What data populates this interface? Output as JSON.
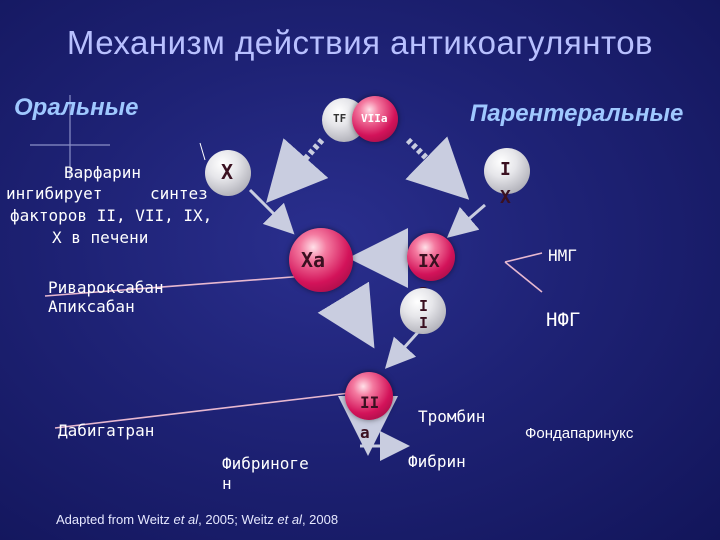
{
  "title": "Механизм действия антикоагулянтов",
  "oral_heading": "Оральные",
  "parenteral_heading": "Парентеральные",
  "warfarin": {
    "line1": "Варфарин",
    "line2a": "ингибирует",
    "line2b": "синтез",
    "line3": "факторов II, VII, IX,",
    "line4": "X  в печени"
  },
  "xa_inhibitors": [
    "Ривароксабан",
    "Апиксабан"
  ],
  "thrombin_inhibitor": "Дабигатран",
  "heparins": {
    "lmwh": "НМГ",
    "ufh": "НФГ",
    "fondaparinux": "Фондапаринукс"
  },
  "factors": {
    "tf": "TF",
    "viia": "VIIa",
    "x": "X",
    "ix": "I\nX",
    "xa": "Xa",
    "ixa": "IX\na",
    "ii": "I\nI",
    "iia": "II\na"
  },
  "labels": {
    "thrombin": "Тромбин",
    "fibrinogen": "Фибриноге\nн",
    "fibrin": "Фибрин"
  },
  "citation": {
    "prefix": "Adapted from Weitz ",
    "etal1": "et al",
    "mid": ", 2005; Weitz ",
    "etal2": "et al",
    "suffix": ", 2008"
  },
  "colors": {
    "accent_sphere": "#d3135a",
    "heading": "#9fc8ff",
    "arrow": "#cfd3e6",
    "line": "#e7b8d0"
  }
}
